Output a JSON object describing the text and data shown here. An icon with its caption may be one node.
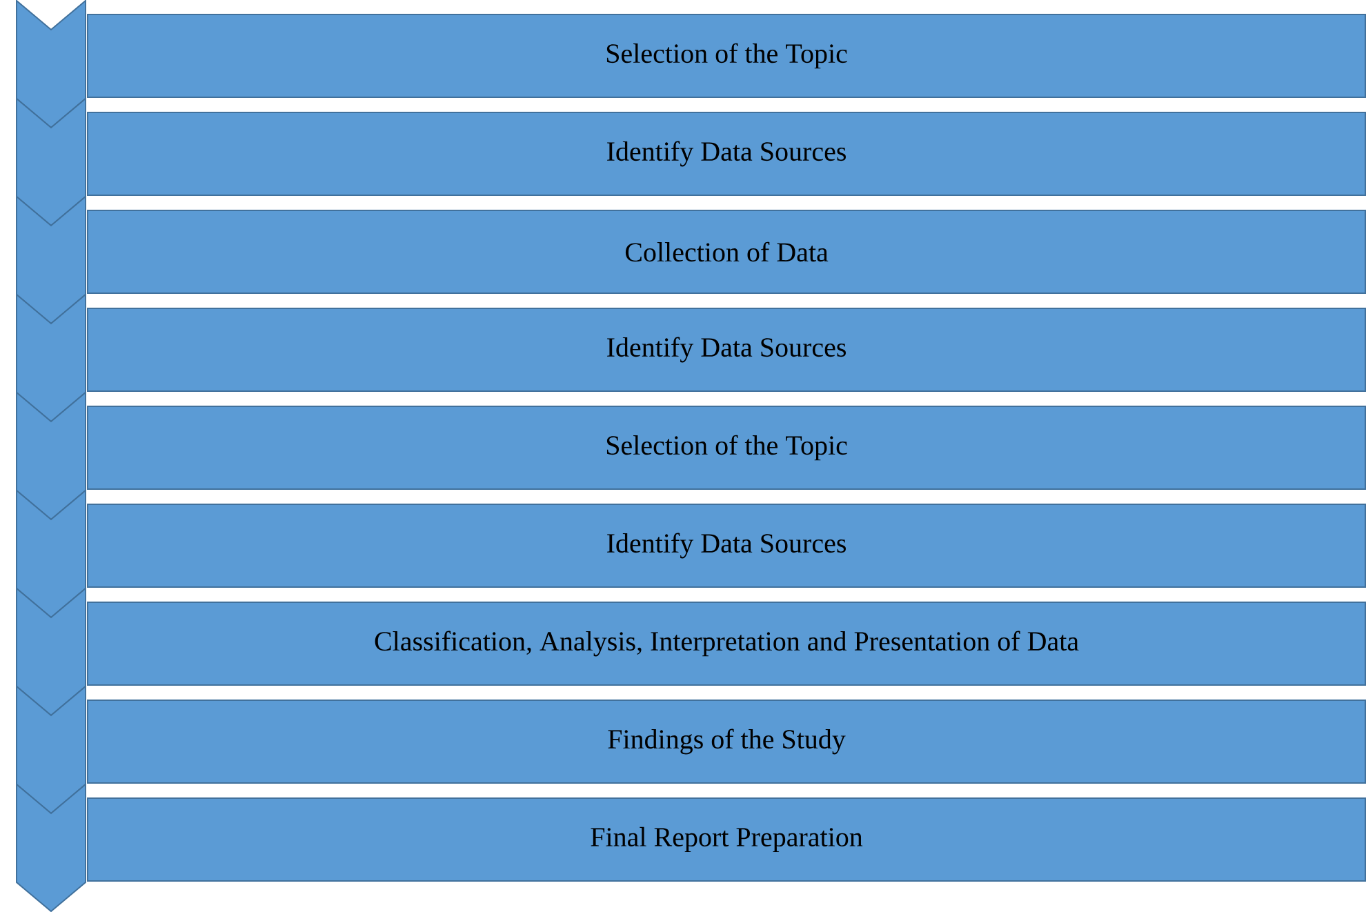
{
  "diagram": {
    "nodes": [
      {
        "text": [
          "Selection of the Topic"
        ]
      },
      {
        "text": [
          "Identify Data Sources"
        ]
      },
      {
        "text": [
          "Collection of Data"
        ]
      },
      {
        "text": [
          "Identify Data Sources"
        ]
      },
      {
        "text": [
          "Selection of the Topic"
        ]
      },
      {
        "text": [
          "Identify Data Sources"
        ]
      },
      {
        "text": [
          "Classification, Analysis, Interpretation and Presentation of Data"
        ]
      },
      {
        "text": [
          "Findings of the Study"
        ]
      },
      {
        "text": [
          "Final Report Preparation"
        ]
      }
    ]
  }
}
